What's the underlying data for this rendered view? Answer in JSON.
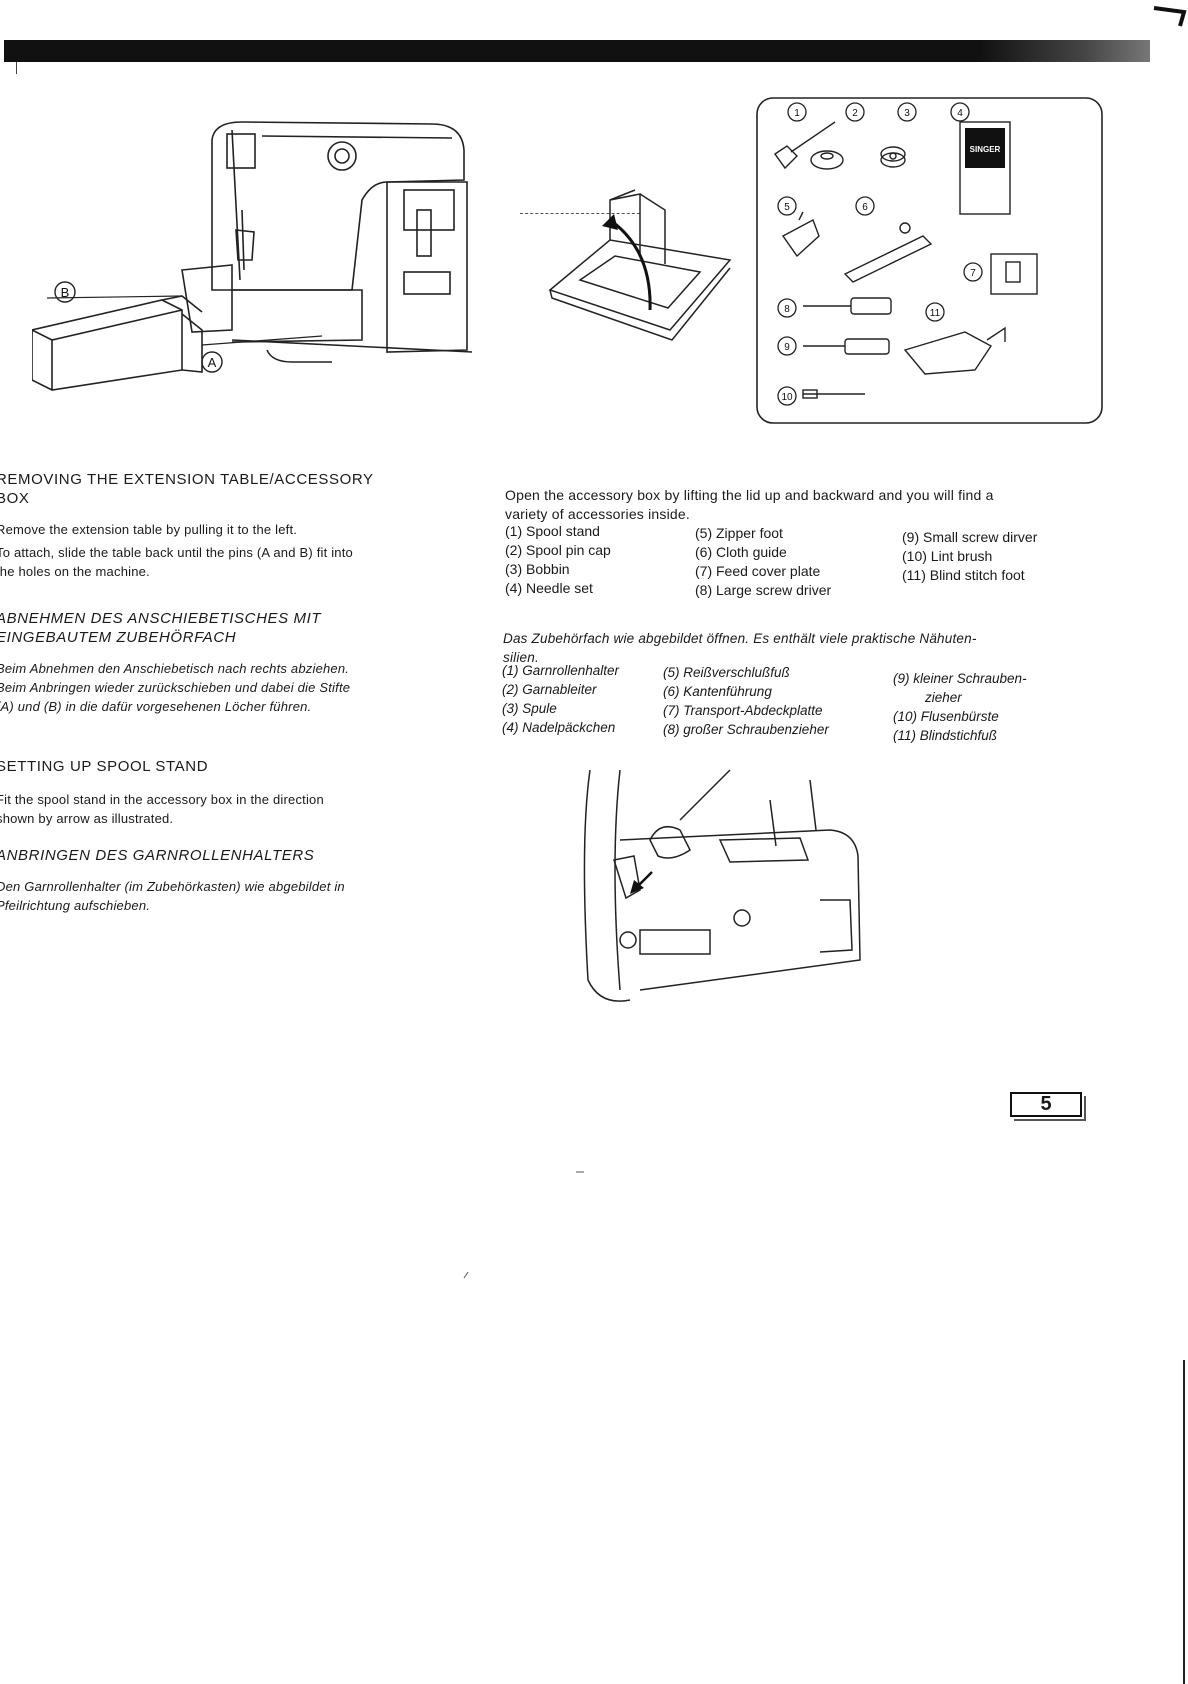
{
  "page": {
    "number": "5"
  },
  "section_remove": {
    "title_line1": "REMOVING THE EXTENSION TABLE/ACCESSORY",
    "title_line2": "BOX",
    "para1": "Remove the extension table by pulling it to the left.",
    "para2_line1": "To attach, slide the table back until the pins (A and B) fit into",
    "para2_line2": "the holes on the machine.",
    "de_title_line1": "ABNEHMEN DES ANSCHIEBETISCHES MIT",
    "de_title_line2": "EINGEBAUTEM ZUBEHÖRFACH",
    "de_line1": "Beim Abnehmen den Anschiebetisch nach rechts abziehen.",
    "de_line2": "Beim Anbringen wieder zurückschieben und dabei die Stifte",
    "de_line3": "(A) und (B) in die dafür vorgesehenen Löcher führen."
  },
  "section_spool": {
    "title": "SETTING UP SPOOL STAND",
    "line1": "Fit the spool stand in the accessory box in the direction",
    "line2": "shown by arrow as illustrated.",
    "de_title": "ANBRINGEN DES GARNROLLENHALTERS",
    "de_line1": "Den Garnrollenhalter (im Zubehörkasten) wie abgebildet in",
    "de_line2": "Pfeilrichtung aufschieben."
  },
  "section_accessory": {
    "intro_line1": "Open the accessory box by lifting the lid up and backward and you will find a",
    "intro_line2": "variety of accessories inside.",
    "col1": [
      "(1) Spool stand",
      "(2) Spool pin cap",
      "(3) Bobbin",
      "(4) Needle set"
    ],
    "col2": [
      "(5) Zipper foot",
      "(6) Cloth guide",
      "(7) Feed cover plate",
      "(8) Large screw driver"
    ],
    "col3": [
      "(9) Small screw dirver",
      "(10) Lint brush",
      "(11) Blind stitch foot"
    ],
    "de_intro_line1": "Das Zubehörfach wie abgebildet öffnen. Es enthält viele praktische Nähuten-",
    "de_intro_line2": "silien.",
    "de_col1": [
      "(1) Garnrollenhalter",
      "(2) Garnableiter",
      "(3) Spule",
      "(4) Nadelpäckchen"
    ],
    "de_col2": [
      "(5) Reißverschlußfuß",
      "(6) Kantenführung",
      "(7) Transport-Abdeckplatte",
      "(8) großer Schraubenzieher"
    ],
    "de_col3_a": "(9) kleiner Schrauben-",
    "de_col3_b": "zieher",
    "de_col3": [
      "(10) Flusenbürste",
      "(11) Blindstichfuß"
    ]
  },
  "figure_labels": {
    "pin_a": "A",
    "pin_b": "B",
    "acc_numbers": [
      "1",
      "2",
      "3",
      "4",
      "5",
      "6",
      "7",
      "8",
      "9",
      "10",
      "11"
    ],
    "singer": "SINGER"
  }
}
